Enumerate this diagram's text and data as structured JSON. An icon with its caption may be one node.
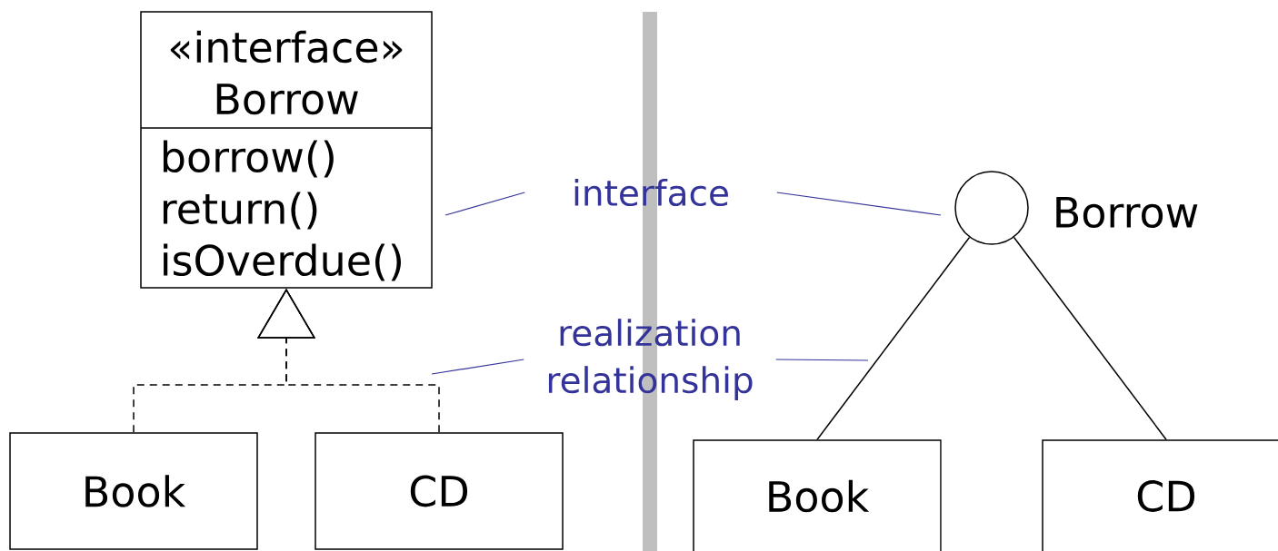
{
  "diagram": {
    "nodes": [
      {
        "text": [
          "«interface» Borrow",
          "borrow()",
          "return()",
          "isOverdue()"
        ]
      },
      {
        "text": [
          "Book"
        ]
      },
      {
        "text": [
          "CD"
        ]
      },
      {
        "text": [
          "interface"
        ]
      },
      {
        "text": [
          "realization relationship"
        ]
      },
      {
        "text": [],
        "shape": "circle",
        "beside": [
          "Borrow"
        ]
      },
      {
        "text": [
          "Book"
        ]
      },
      {
        "text": [
          "CD"
        ]
      }
    ],
    "edges": [
      {
        "from": 1,
        "to": 0,
        "arrow": "to",
        "style": "dashed"
      },
      {
        "from": 2,
        "to": 0,
        "arrow": "to",
        "style": "dashed"
      },
      {
        "from": 6,
        "to": 5,
        "arrow": "none"
      },
      {
        "from": 7,
        "to": 5,
        "arrow": "none"
      },
      {
        "from": 3,
        "to": 0,
        "arrow": "none",
        "color": "#333399"
      },
      {
        "from": 3,
        "to": 5,
        "arrow": "none",
        "color": "#333399"
      },
      {
        "from": 4,
        "to": null,
        "arrow": "none",
        "color": "#333399"
      },
      {
        "from": 4,
        "to": null,
        "arrow": "none",
        "color": "#333399"
      }
    ]
  }
}
